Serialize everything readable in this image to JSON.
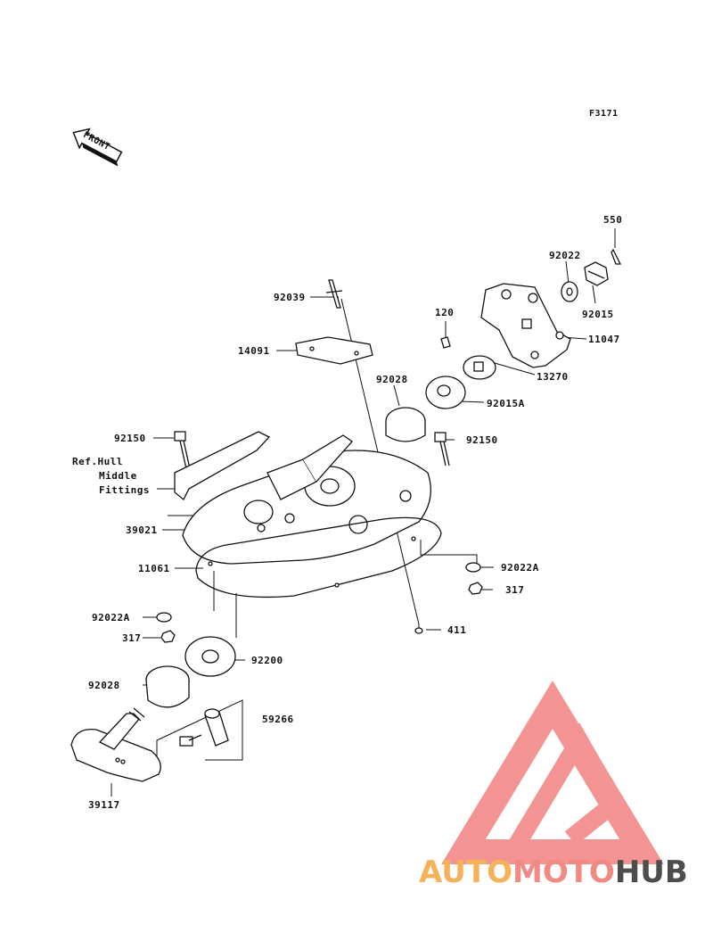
{
  "figure_code": "F3171",
  "front_label": "FRONT",
  "ref_note": [
    "Ref.Hull",
    "Middle",
    "Fittings"
  ],
  "parts": {
    "p550": "550",
    "p92022_top": "92022",
    "p92015": "92015",
    "p92039": "92039",
    "p120": "120",
    "p11047": "11047",
    "p14091": "14091",
    "p13270": "13270",
    "p92028_top": "92028",
    "p92015A": "92015A",
    "p92150_left": "92150",
    "p92150_right": "92150",
    "p39021": "39021",
    "p11061": "11061",
    "p92022A_right": "92022A",
    "p317_right": "317",
    "p92022A_left": "92022A",
    "p317_left": "317",
    "p411": "411",
    "p92200": "92200",
    "p92028_bottom": "92028",
    "p59266": "59266",
    "p39117": "39117"
  },
  "watermark": {
    "part1": "AUTO",
    "part2": "MOTO",
    "part3": "HUB",
    "color1": "#f6b25a",
    "color2": "#f08a82",
    "color3": "#4d4d4d",
    "logo_color": "#ef6f6f"
  }
}
